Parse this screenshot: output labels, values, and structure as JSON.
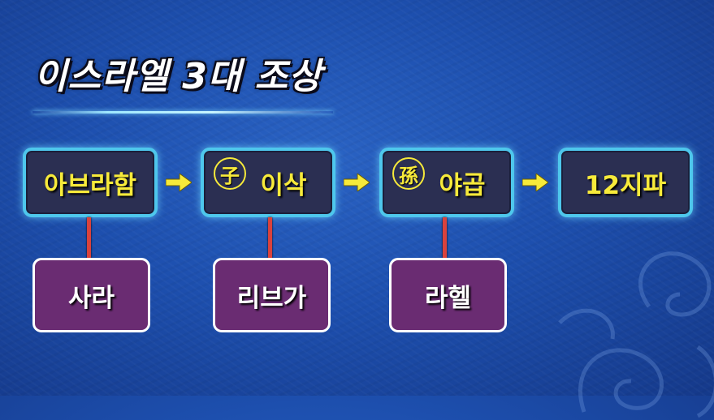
{
  "title": "이스라엘 3대 조상",
  "lineage": [
    {
      "name": "아브라함",
      "badge": ""
    },
    {
      "name": "이삭",
      "badge": "子"
    },
    {
      "name": "야곱",
      "badge": "孫"
    },
    {
      "name": "12지파",
      "badge": ""
    }
  ],
  "spouses": [
    "사라",
    "리브가",
    "라헬"
  ],
  "colors": {
    "background": "#1d4fae",
    "node_fill": "#2b2f52",
    "node_border": "#4ec7ec",
    "node_text": "#f7ea3a",
    "arrow": "#f7ea3a",
    "connector": "#d9423d",
    "spouse_fill": "#6a2c72",
    "spouse_border": "#ffffff",
    "spouse_text": "#ffffff"
  }
}
